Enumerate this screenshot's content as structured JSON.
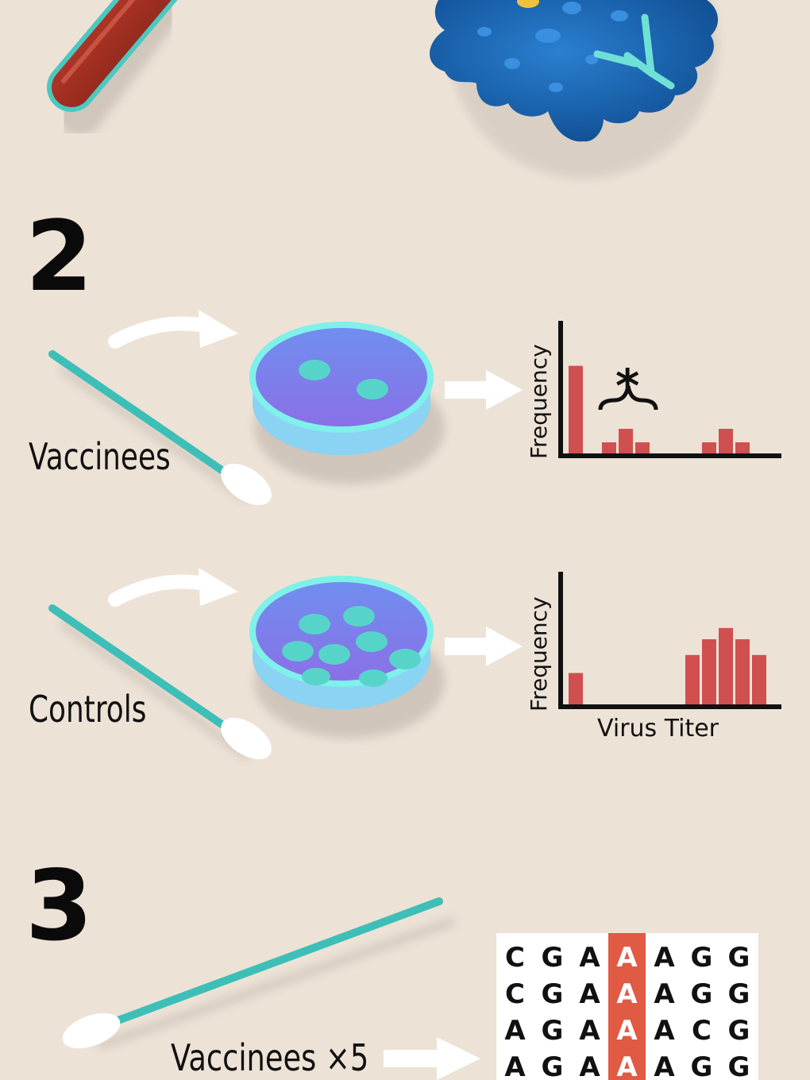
{
  "step_labels": {
    "step2": "2",
    "step3": "3"
  },
  "groups": {
    "vaccinees": "Vaccinees",
    "controls": "Controls",
    "vaccinees_x5": "Vaccinees ×5"
  },
  "axes": {
    "frequency_top": "Frequency",
    "frequency_bottom": "Frequency",
    "virus_titer": "Virus Titer"
  },
  "annotation": {
    "significance": "*"
  },
  "colors": {
    "background": "#ede2d6",
    "bar": "#d0504f",
    "swab": "#3dbfb8",
    "dish": "#8a7fe6",
    "plaque": "#57d4c9",
    "virus": "#1a63b0",
    "highlight": "#e05a44"
  },
  "chart_data": [
    {
      "type": "bar",
      "xlabel": "",
      "ylabel": "Frequency",
      "values": [
        4,
        0,
        0.6,
        1.2,
        0.6,
        0,
        0,
        0,
        0.6,
        1.2,
        0.6
      ],
      "ylim": [
        0,
        6
      ]
    },
    {
      "type": "bar",
      "xlabel": "Virus Titer",
      "ylabel": "Frequency",
      "values": [
        1.5,
        0,
        0,
        0,
        0,
        0,
        0,
        2.3,
        3.0,
        3.5,
        3.0,
        2.3
      ],
      "ylim": [
        0,
        6
      ]
    }
  ],
  "sequences": [
    [
      "C",
      "G",
      "A",
      "A",
      "A",
      "G",
      "G"
    ],
    [
      "C",
      "G",
      "A",
      "A",
      "A",
      "G",
      "G"
    ],
    [
      "A",
      "G",
      "A",
      "A",
      "A",
      "C",
      "G"
    ],
    [
      "A",
      "G",
      "A",
      "A",
      "A",
      "G",
      "G"
    ]
  ],
  "highlight_column": 3
}
